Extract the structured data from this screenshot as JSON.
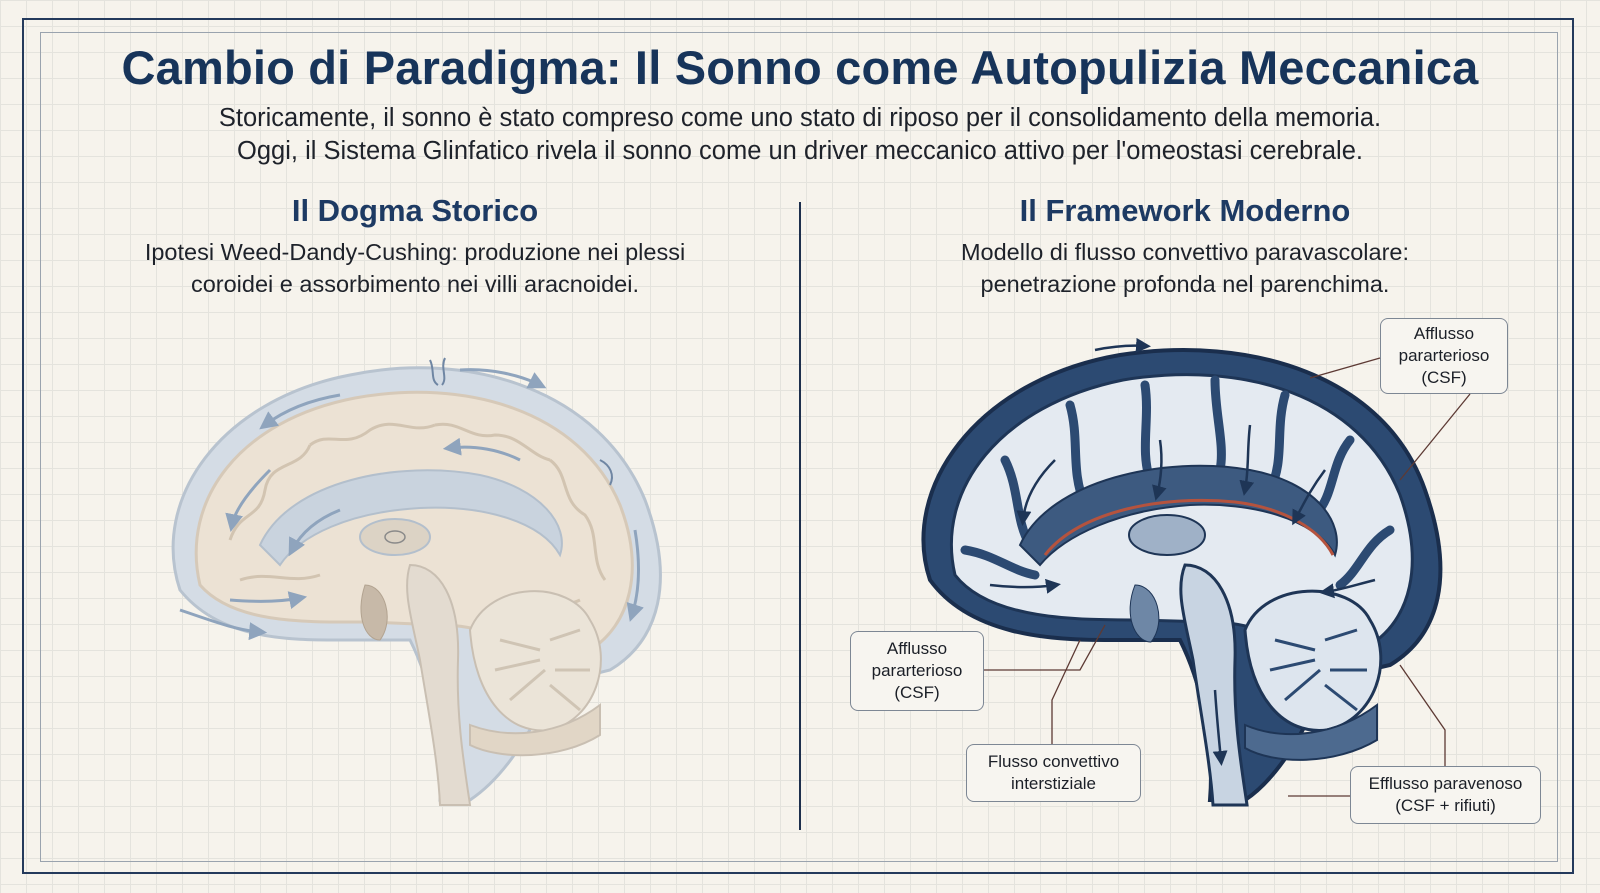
{
  "title": "Cambio di Paradigma: Il Sonno come Autopulizia Meccanica",
  "subtitle": {
    "line1": "Storicamente, il sonno è stato compreso come uno stato di riposo per il consolidamento della memoria.",
    "line2": "Oggi, il Sistema Glinfatico rivela il sonno come un driver meccanico attivo per l'omeostasi cerebrale."
  },
  "left": {
    "heading": "Il Dogma Storico",
    "desc_line1": "Ipotesi Weed-Dandy-Cushing: produzione nei plessi",
    "desc_line2": "coroidei e assorbimento nei villi aracnoidei."
  },
  "right": {
    "heading": "Il Framework Moderno",
    "desc_line1": "Modello di flusso convettivo paravascolare:",
    "desc_line2": "penetrazione profonda nel parenchima."
  },
  "callouts": {
    "top_right": {
      "l1": "Afflusso",
      "l2": "pararterioso",
      "l3": "(CSF)"
    },
    "left": {
      "l1": "Afflusso",
      "l2": "pararterioso",
      "l3": "(CSF)"
    },
    "bottom_mid": {
      "l1": "Flusso convettivo",
      "l2": "interstiziale"
    },
    "bottom_right": {
      "l1": "Efflusso paravenoso",
      "l2": "(CSF + rifiuti)"
    }
  },
  "colors": {
    "navy": "#17345a",
    "brain_fill_left": "#ece2d4",
    "csf_left": "#c9d3de",
    "brain_dark": "#2c4a72",
    "artery": "#b5533e"
  },
  "icons": [
    "arrow-icon"
  ]
}
